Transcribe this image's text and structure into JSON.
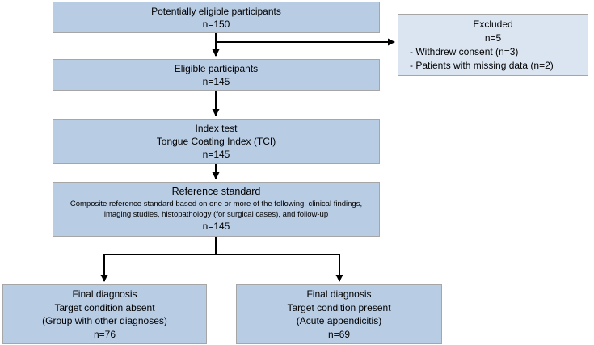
{
  "diagram_type": "flowchart",
  "boxes": {
    "potentially_eligible": {
      "lines": [
        "Potentially eligible participants",
        "n=150"
      ]
    },
    "excluded": {
      "title": "Excluded",
      "count": "n=5",
      "reasons": [
        "- Withdrew consent (n=3)",
        "- Patients with missing data (n=2)"
      ]
    },
    "eligible": {
      "lines": [
        "Eligible participants",
        "n=145"
      ]
    },
    "index_test": {
      "lines": [
        "Index test",
        "Tongue Coating Index (TCI)",
        "n=145"
      ]
    },
    "reference_standard": {
      "title": "Reference standard",
      "description": "Composite reference standard based on one or more of the following: clinical findings, imaging studies, histopathology (for surgical cases), and follow-up",
      "count": "n=145"
    },
    "final_diagnosis_absent": {
      "lines": [
        "Final diagnosis",
        "Target condition absent",
        "(Group with other diagnoses)",
        "n=76"
      ]
    },
    "final_diagnosis_present": {
      "lines": [
        "Final diagnosis",
        "Target condition present",
        "(Acute appendicitis)",
        "n=69"
      ]
    }
  },
  "colors": {
    "box_fill": "#b8cce4",
    "excluded_fill": "#dbe5f1",
    "box_border": "#a6a6a6",
    "arrow": "#000000",
    "background": "#ffffff"
  }
}
